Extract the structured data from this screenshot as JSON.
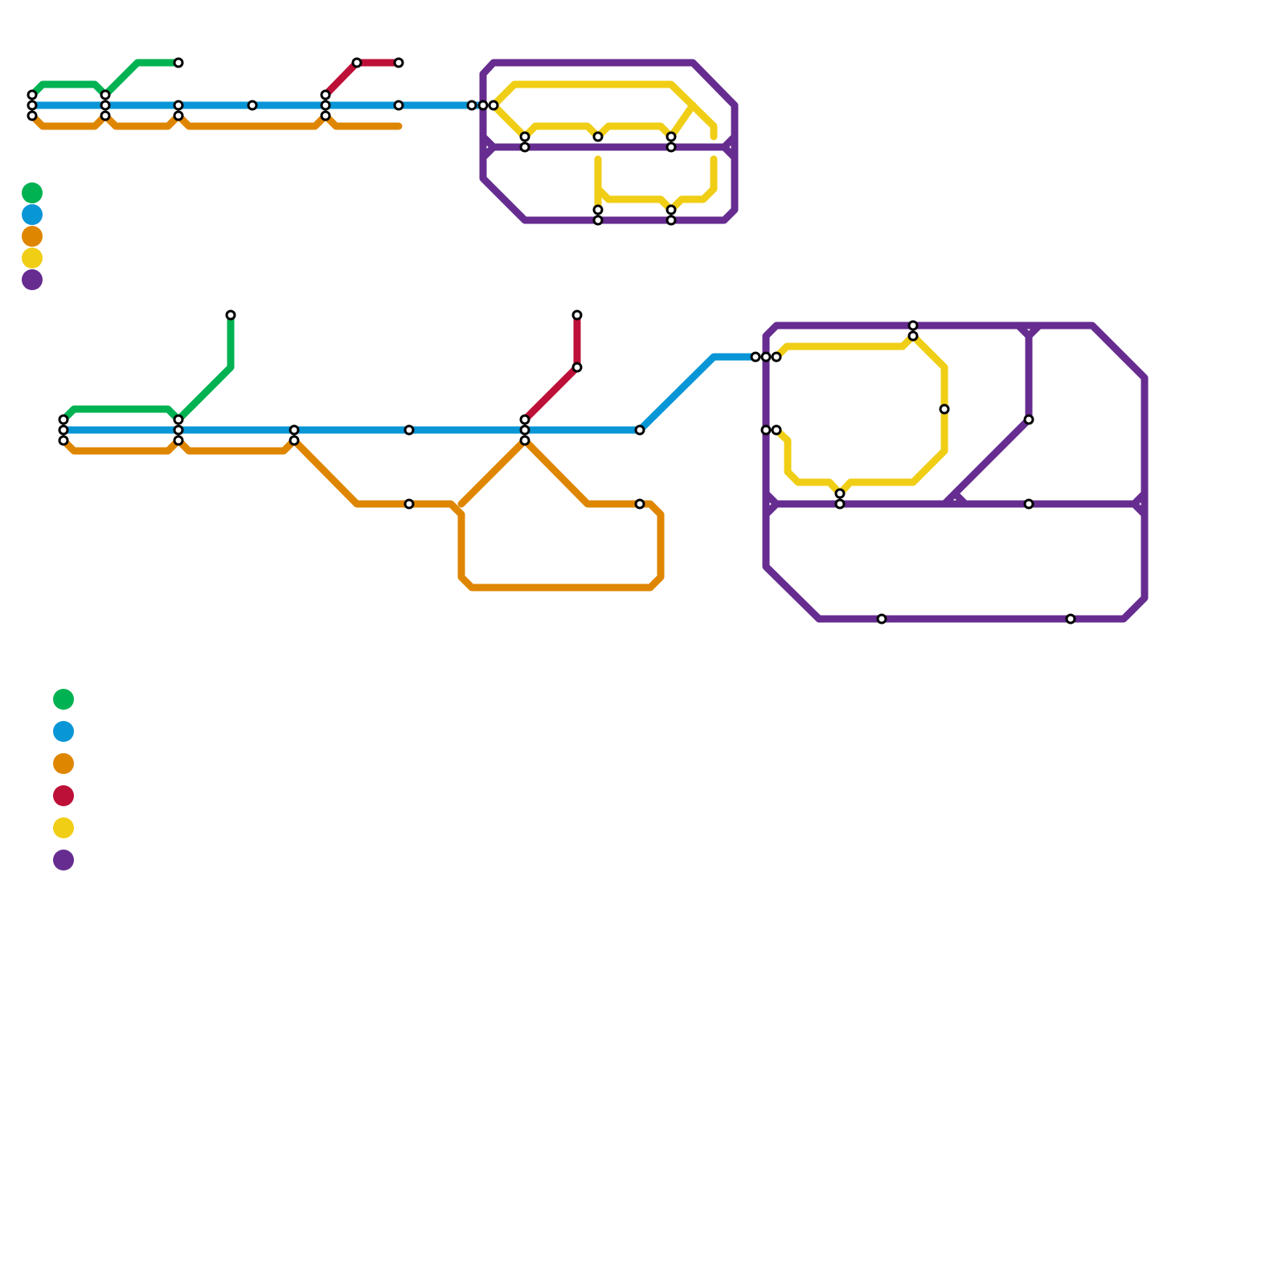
{
  "lines": [
    {
      "id": "green",
      "color": "#00B251"
    },
    {
      "id": "blue",
      "color": "#0896D7"
    },
    {
      "id": "orange",
      "color": "#DF8600"
    },
    {
      "id": "red",
      "color": "#BD1038"
    },
    {
      "id": "yellow",
      "color": "#F0CE15"
    },
    {
      "id": "purple",
      "color": "#662C90"
    }
  ],
  "legends": [
    {
      "id": "top-legend",
      "lines": [
        "green",
        "blue",
        "orange",
        "yellow",
        "purple"
      ]
    },
    {
      "id": "bottom-legend",
      "lines": [
        "green",
        "blue",
        "orange",
        "red",
        "yellow",
        "purple"
      ]
    }
  ]
}
